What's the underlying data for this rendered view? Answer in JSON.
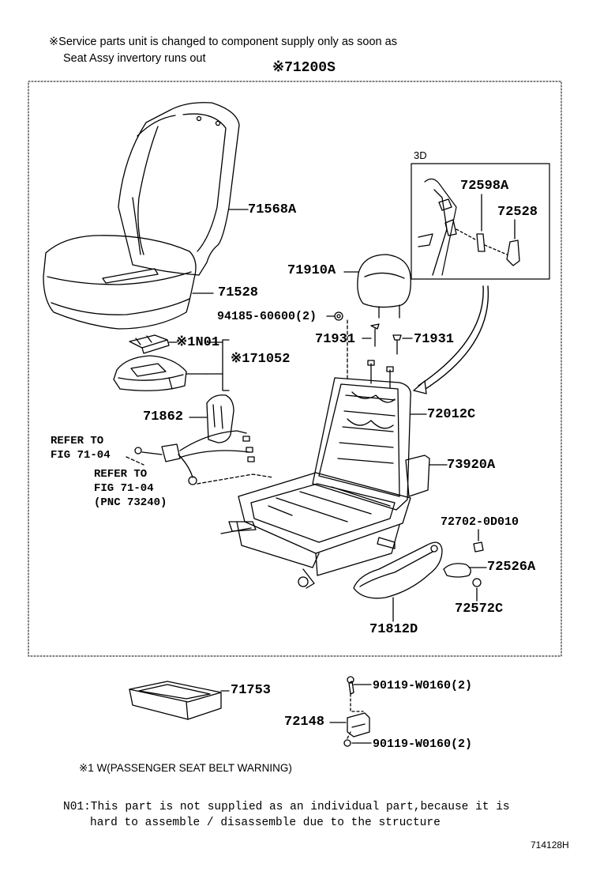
{
  "header": {
    "note_line1": "※Service parts unit is changed to component supply only as soon as",
    "note_line2": "Seat Assy invertory runs out",
    "assy_label": "※71200S"
  },
  "inset": {
    "title": "3D",
    "labels": [
      "72598A",
      "72528"
    ]
  },
  "labels": {
    "seatback_cover": "71568A",
    "cushion_cover": "71528",
    "n01": "※1N01",
    "sensor": "※171052",
    "headrest": "71910A",
    "clip": "94185-60600(2)",
    "guide_left": "71931",
    "guide_right": "71931",
    "frame": "72012C",
    "pad": "73920A",
    "cover_71862": "71862",
    "refer1_a": "REFER TO",
    "refer1_b": "FIG 71-04",
    "refer2_a": "REFER TO",
    "refer2_b": "FIG 71-04",
    "refer2_c": "(PNC 73240)",
    "part_72702": "72702-0D010",
    "knob": "72526A",
    "cap": "72572C",
    "shield": "71812D",
    "tray": "71753",
    "bolt_top": "90119-W0160(2)",
    "bracket": "72148",
    "bolt_bottom": "90119-W0160(2)"
  },
  "footnotes": {
    "f1": "※1 W(PASSENGER SEAT BELT WARNING)",
    "n01_line1": "N01:This part is not supplied as an individual part,because it is",
    "n01_line2": "hard to assemble / disassemble due to the structure"
  },
  "figure_number": "714128H"
}
